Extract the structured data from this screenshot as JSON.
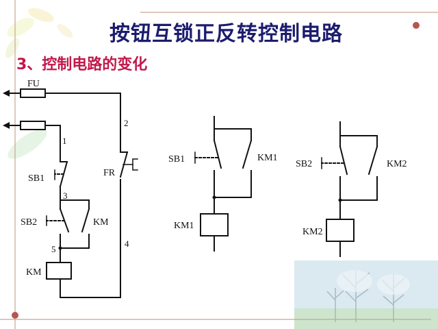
{
  "slide": {
    "title": "按钮互锁正反转控制电路",
    "subtitle": "3、控制电路的变化"
  },
  "main_circuit": {
    "fuse_label": "FU",
    "relay_label": "FR",
    "button1_label": "SB1",
    "button2_label": "SB2",
    "aux_contact_label": "KM",
    "coil_label": "KM",
    "node_1": "1",
    "node_2": "2",
    "node_3": "3",
    "node_4": "4",
    "node_5": "5"
  },
  "variant_1": {
    "button_label": "SB1",
    "contact_label": "KM1",
    "coil_label": "KM1"
  },
  "variant_2": {
    "button_label": "SB2",
    "contact_label": "KM2",
    "coil_label": "KM2"
  },
  "colors": {
    "title": "#1c1c6e",
    "subtitle": "#c2174d",
    "frame": "#caa58f",
    "bullet": "#b5564f",
    "wire": "#111111"
  }
}
